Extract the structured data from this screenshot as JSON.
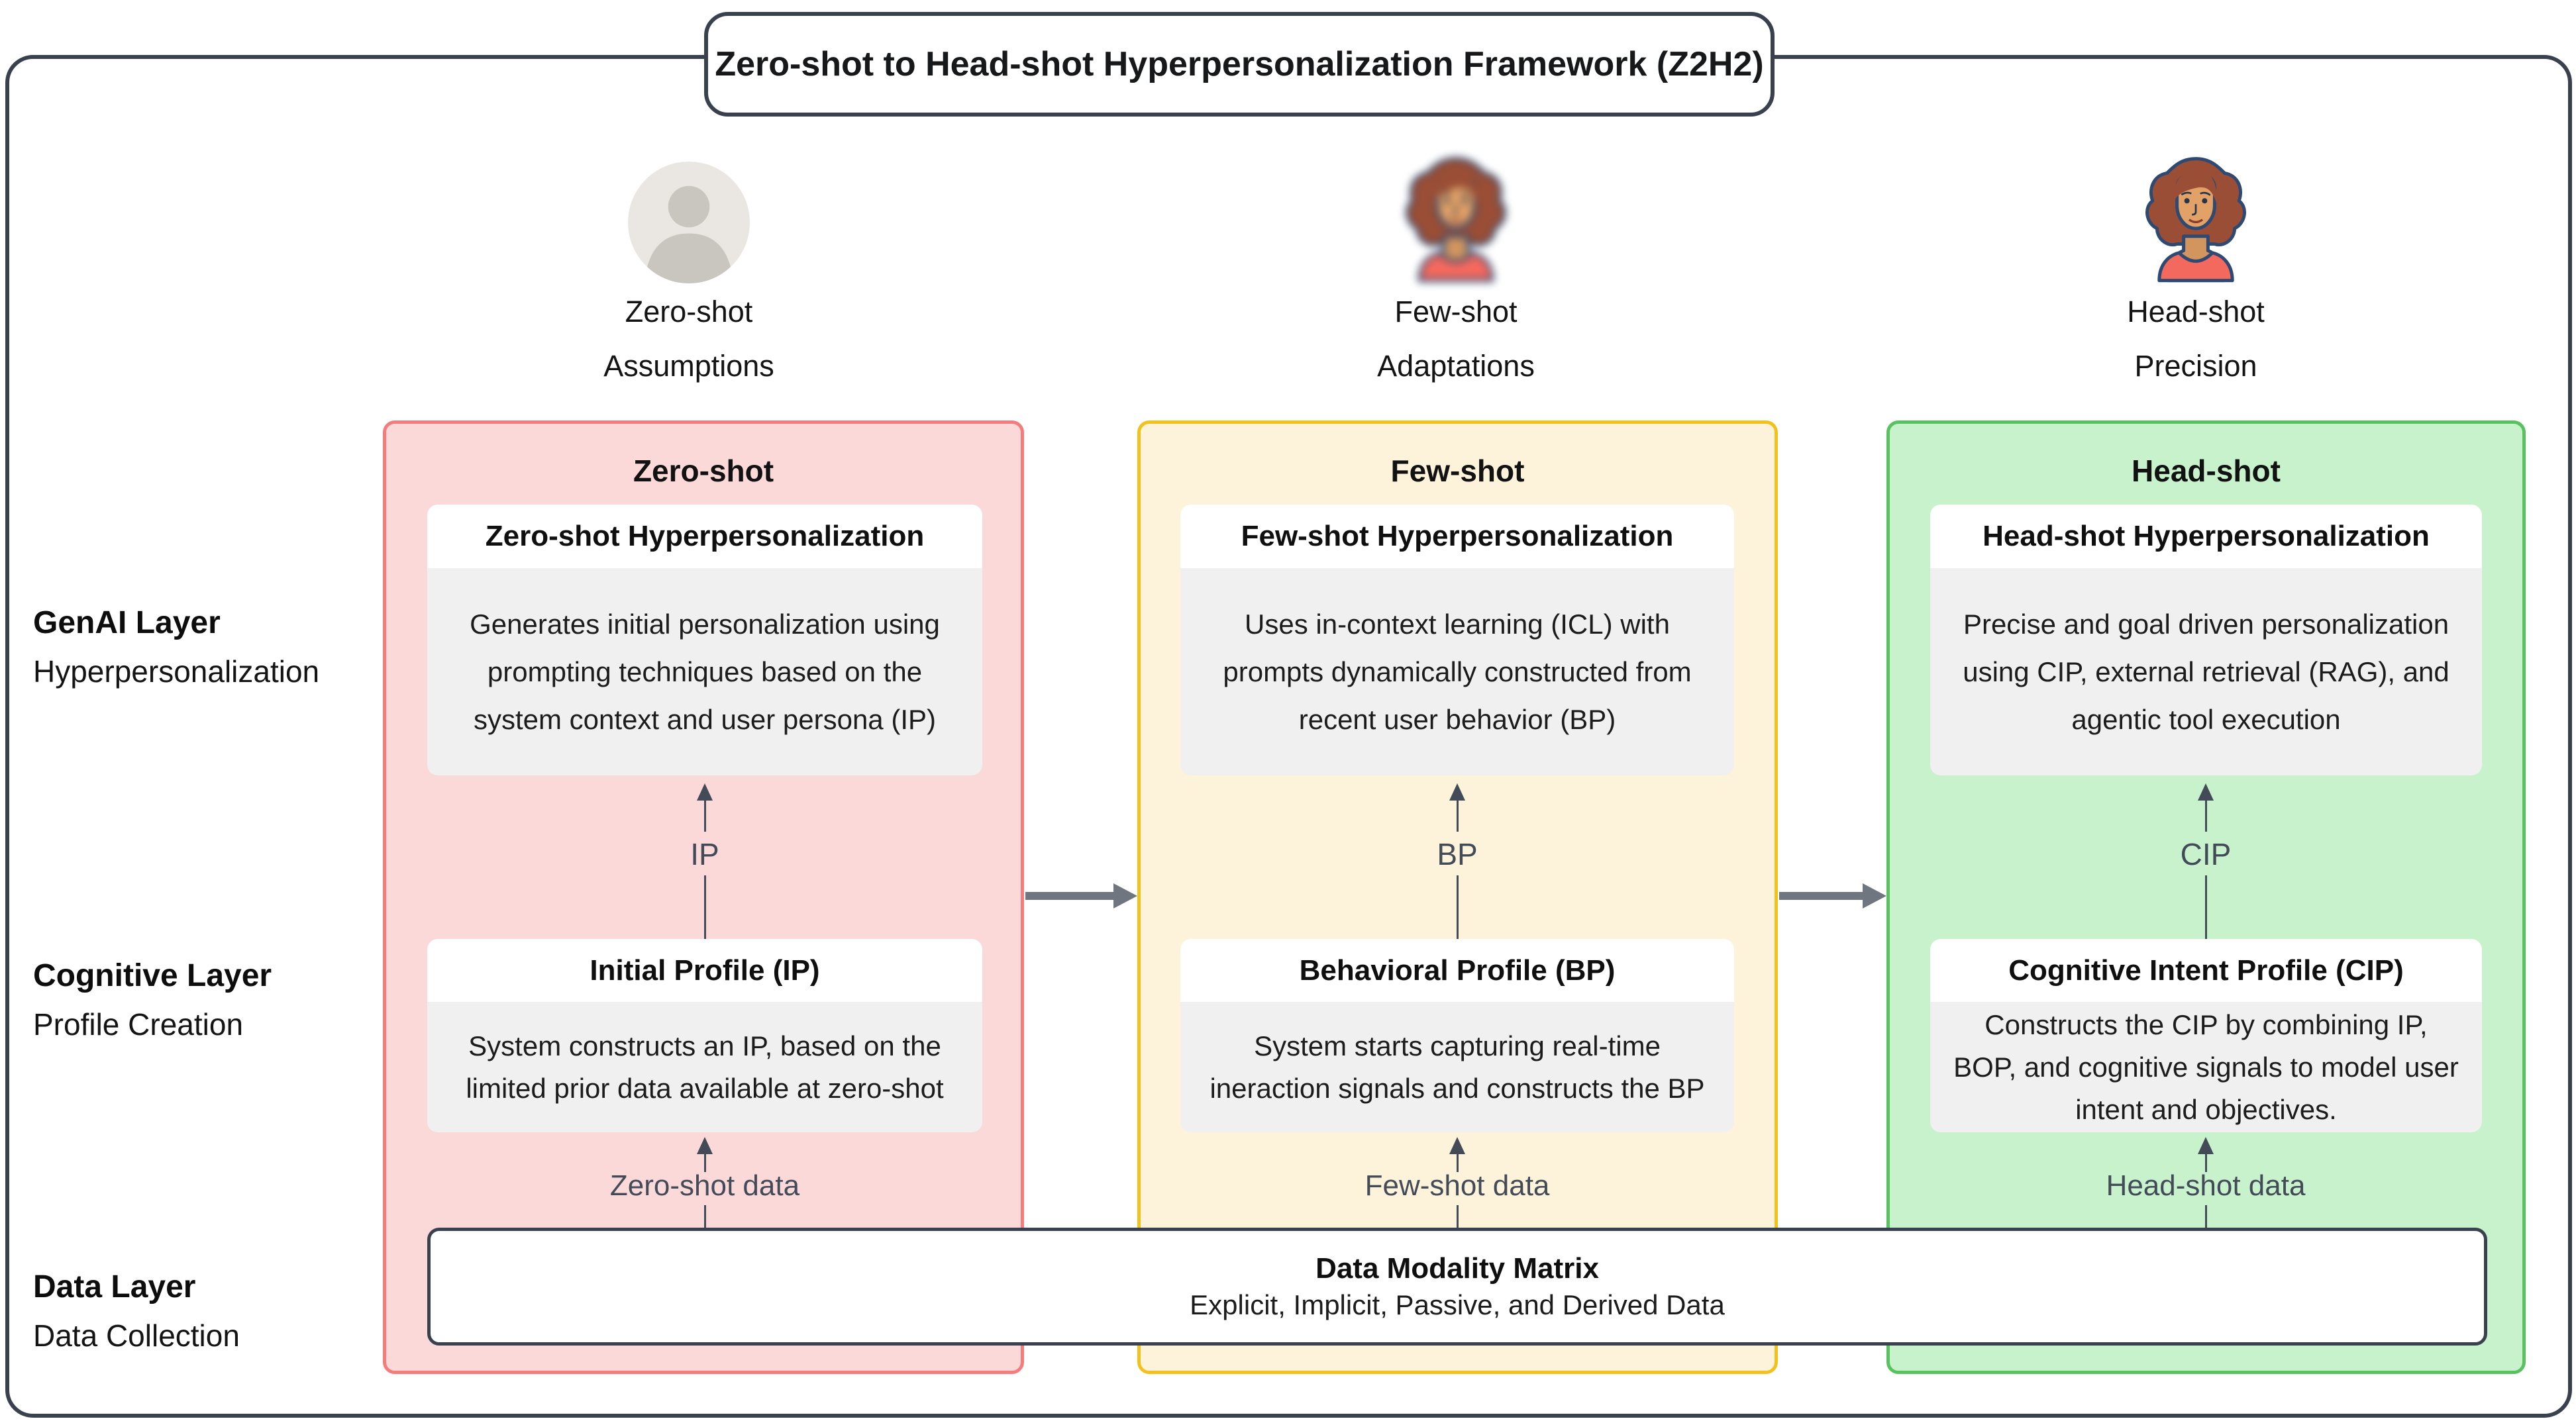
{
  "title": "Zero-shot to Head-shot Hyperpersonalization Framework (Z2H2)",
  "personas": [
    {
      "caption_line1": "Zero-shot",
      "caption_line2": "Assumptions",
      "icon": "generic-person-avatar-icon"
    },
    {
      "caption_line1": "Few-shot",
      "caption_line2": "Adaptations",
      "icon": "blurred-woman-avatar-icon"
    },
    {
      "caption_line1": "Head-shot",
      "caption_line2": "Precision",
      "icon": "woman-avatar-icon"
    }
  ],
  "layers": [
    {
      "name": "GenAI Layer",
      "subtitle": "Hyperpersonalization"
    },
    {
      "name": "Cognitive Layer",
      "subtitle": "Profile Creation"
    },
    {
      "name": "Data Layer",
      "subtitle": "Data Collection"
    }
  ],
  "columns": [
    {
      "header": "Zero-shot",
      "accent": "#f47c7c",
      "fill": "#fcd9d9",
      "genai_card": {
        "title": "Zero-shot Hyperpersonalization",
        "body": "Generates initial personalization using prompting techniques based on the system context and user persona (IP)"
      },
      "flow_label": "IP",
      "cognitive_card": {
        "title": "Initial Profile (IP)",
        "body": "System constructs an IP, based on the limited prior data available at zero-shot"
      },
      "data_label": "Zero-shot data"
    },
    {
      "header": "Few-shot",
      "accent": "#f2c11c",
      "fill": "#fdf3da",
      "genai_card": {
        "title": "Few-shot Hyperpersonalization",
        "body": "Uses in-context learning (ICL) with prompts dynamically constructed from recent user behavior (BP)"
      },
      "flow_label": "BP",
      "cognitive_card": {
        "title": "Behavioral Profile (BP)",
        "body": "System starts capturing real-time ineraction signals and constructs the BP"
      },
      "data_label": "Few-shot data"
    },
    {
      "header": "Head-shot",
      "accent": "#57c25e",
      "fill": "#c7f2cc",
      "genai_card": {
        "title": "Head-shot Hyperpersonalization",
        "body": "Precise and goal driven personalization using CIP, external retrieval (RAG), and agentic tool execution"
      },
      "flow_label": "CIP",
      "cognitive_card": {
        "title": "Cognitive Intent Profile (CIP)",
        "body": "Constructs the CIP by combining IP, BOP, and cognitive signals to model user intent and objectives."
      },
      "data_label": "Head-shot data"
    }
  ],
  "data_matrix": {
    "title": "Data Modality Matrix",
    "subtitle": "Explicit, Implicit, Passive, and Derived Data"
  },
  "colors": {
    "frame_border": "#39414e",
    "horizontal_arrow": "#6f7680",
    "vertical_arrow_label": "#424b57",
    "card_body_bg": "#f0f0f1",
    "card_title_bg": "#ffffff"
  }
}
